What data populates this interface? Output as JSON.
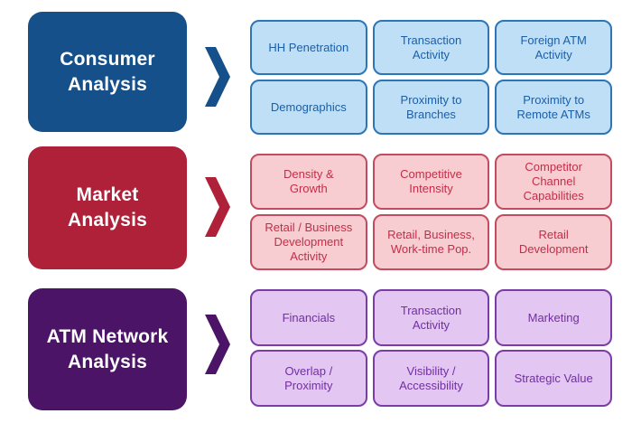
{
  "page": {
    "background": "#FFFFFF",
    "title_color": "#FFFFFF"
  },
  "sections": [
    {
      "id": "consumer-analysis",
      "title": "Consumer\nAnalysis",
      "colors": {
        "dark": "#15508A",
        "light_fill": "#BEDFF6",
        "light_border": "#2E75B6",
        "light_text": "#1D5FA6"
      },
      "items": [
        "HH Penetration",
        "Transaction\nActivity",
        "Foreign ATM\nActivity",
        "Demographics",
        "Proximity to\nBranches",
        "Proximity to\nRemote ATMs"
      ]
    },
    {
      "id": "market-analysis",
      "title": "Market\nAnalysis",
      "colors": {
        "dark": "#AE2139",
        "light_fill": "#F8CDD2",
        "light_border": "#C34B60",
        "light_text": "#C22E47"
      },
      "items": [
        "Density &\nGrowth",
        "Competitive\nIntensity",
        "Competitor\nChannel\nCapabilities",
        "Retail / Business\nDevelopment\nActivity",
        "Retail, Business,\nWork-time Pop.",
        "Retail\nDevelopment"
      ]
    },
    {
      "id": "atm-network-analysis",
      "title": "ATM Network\nAnalysis",
      "colors": {
        "dark": "#4C1466",
        "light_fill": "#E3C6F2",
        "light_border": "#7A3CA6",
        "light_text": "#7030A0"
      },
      "items": [
        "Financials",
        "Transaction\nActivity",
        "Marketing",
        "Overlap /\nProximity",
        "Visibility /\nAccessibility",
        "Strategic Value"
      ]
    }
  ]
}
